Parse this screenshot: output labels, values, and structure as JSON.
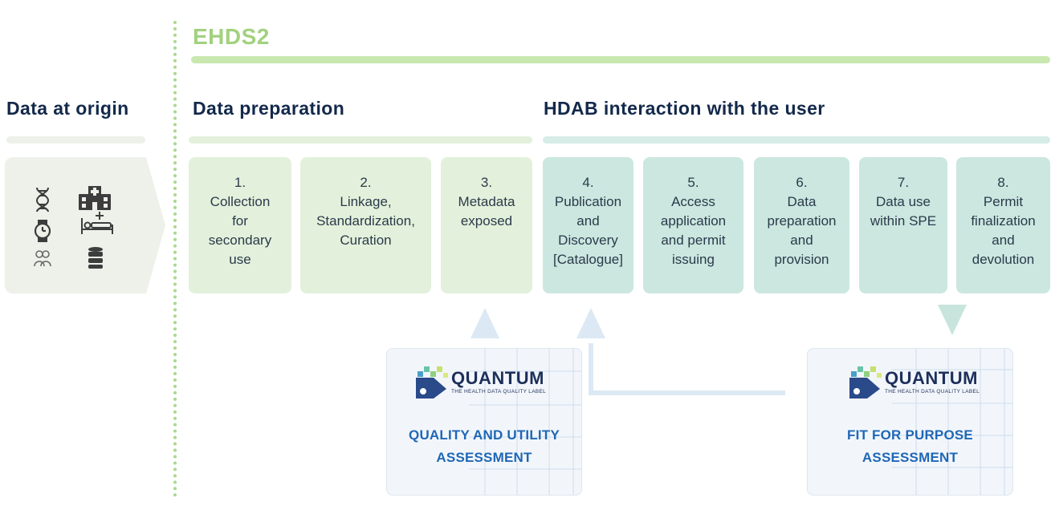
{
  "header": {
    "title": "EHDS2"
  },
  "sections": {
    "origin": "Data at origin",
    "preparation": "Data preparation",
    "hdab": "HDAB interaction with the user"
  },
  "origin_icons": [
    "dna-icon",
    "hospital-icon",
    "smartwatch-icon",
    "hospital-bed-icon",
    "people-icon",
    "database-icon"
  ],
  "steps": [
    {
      "number": "1.",
      "label": "Collection\nfor\nsecondary\nuse"
    },
    {
      "number": "2.",
      "label": "Linkage,\nStandardization,\nCuration"
    },
    {
      "number": "3.",
      "label": "Metadata\nexposed"
    },
    {
      "number": "4.",
      "label": "Publication\nand\nDiscovery\n[Catalogue]"
    },
    {
      "number": "5.",
      "label": "Access\napplication\nand permit\nissuing"
    },
    {
      "number": "6.",
      "label": "Data\npreparation\nand\nprovision"
    },
    {
      "number": "7.",
      "label": "Data use\nwithin SPE"
    },
    {
      "number": "8.",
      "label": "Permit\nfinalization\nand\ndevolution"
    }
  ],
  "quantum_cards": [
    {
      "brand": "QUANTUM",
      "tagline": "THE HEALTH DATA QUALITY LABEL",
      "line1": "QUALITY AND UTILITY",
      "line2": "ASSESSMENT"
    },
    {
      "brand": "QUANTUM",
      "tagline": "THE HEALTH DATA QUALITY LABEL",
      "line1": "FIT FOR PURPOSE",
      "line2": "ASSESSMENT"
    }
  ],
  "colors": {
    "ehds_green": "#a2d17f",
    "title_navy": "#13294b",
    "prep_fill": "#e3f1dc",
    "hdab_fill": "#cbe7e0",
    "assessment_blue": "#1f67b5"
  }
}
